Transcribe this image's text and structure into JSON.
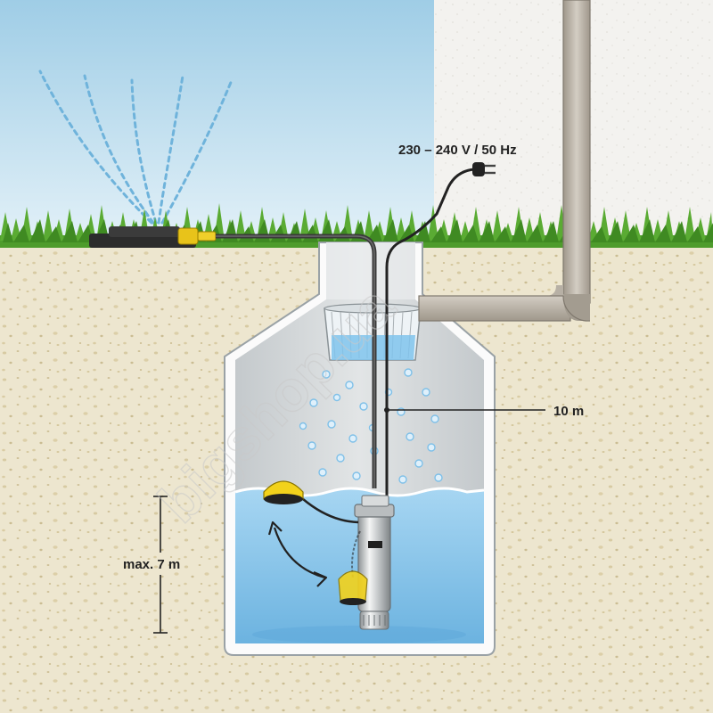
{
  "labels": {
    "power": "230 – 240 V / 50 Hz",
    "cable_length": "10 m",
    "depth": "max. 7 m"
  },
  "watermark": "bigshop.ua",
  "colors": {
    "sky": "#c7e3f1",
    "grass": "#4c9a2a",
    "soil": "#ede6cf",
    "tank": "#d4d8da",
    "water": "#8cc6ea",
    "pipe": "#b7b0a5",
    "float": "#f2d21c",
    "pump": "#c8cbcd"
  }
}
